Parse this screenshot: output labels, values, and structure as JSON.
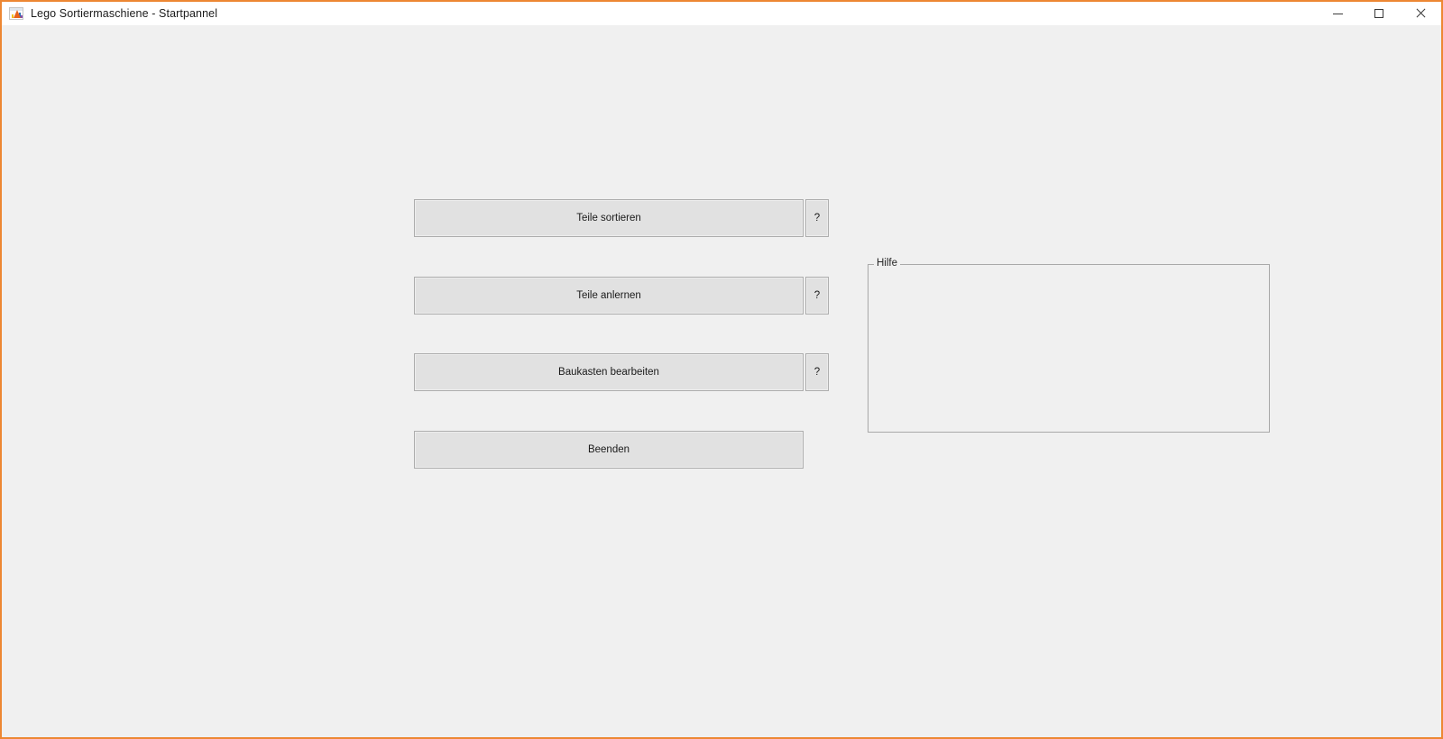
{
  "window": {
    "title": "Lego Sortiermaschiene - Startpannel",
    "icon": "matlab-figure-icon",
    "border_color": "#ed8733",
    "titlebar_bg": "#ffffff",
    "client_bg": "#f0f0f0",
    "controls": {
      "minimize": "minimize-icon",
      "maximize": "maximize-icon",
      "close": "close-icon"
    }
  },
  "main": {
    "buttons": [
      {
        "label": "Teile sortieren",
        "help_label": "?",
        "has_help": true
      },
      {
        "label": "Teile anlernen",
        "help_label": "?",
        "has_help": true
      },
      {
        "label": "Baukasten bearbeiten",
        "help_label": "?",
        "has_help": true
      },
      {
        "label": "Beenden",
        "help_label": "",
        "has_help": false
      }
    ],
    "panel": {
      "title": "Hilfe",
      "content": ""
    }
  }
}
